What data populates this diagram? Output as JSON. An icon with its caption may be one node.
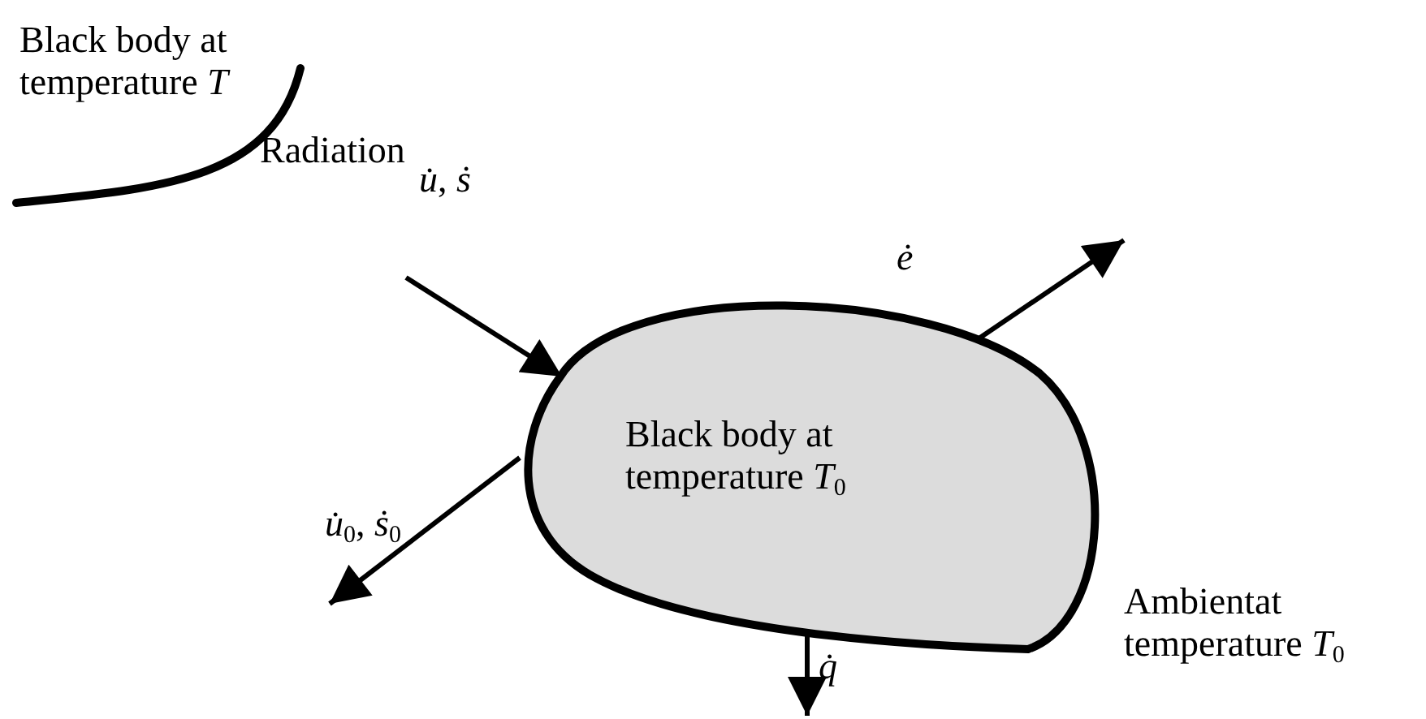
{
  "diagram": {
    "nodes": [
      {
        "text": [
          "Black body at temperature *T*"
        ]
      },
      {
        "text": [
          "Black body at temperature *T*$_{0}$"
        ]
      }
    ],
    "edges": [
      {
        "from": null,
        "to": 1,
        "arrow": "to",
        "label": "*u̇*, *ṡ*"
      },
      {
        "from": 1,
        "to": null,
        "arrow": "to",
        "label": "*ė*"
      },
      {
        "from": 1,
        "to": null,
        "arrow": "to",
        "label": "*u̇*$_{0}$, *ṡ*$_{0}$"
      },
      {
        "from": 1,
        "to": null,
        "arrow": "to",
        "label": "*q̇*"
      }
    ],
    "labels": [
      "Radiation",
      "Ambientat temperature *T*$_{0}$"
    ]
  }
}
